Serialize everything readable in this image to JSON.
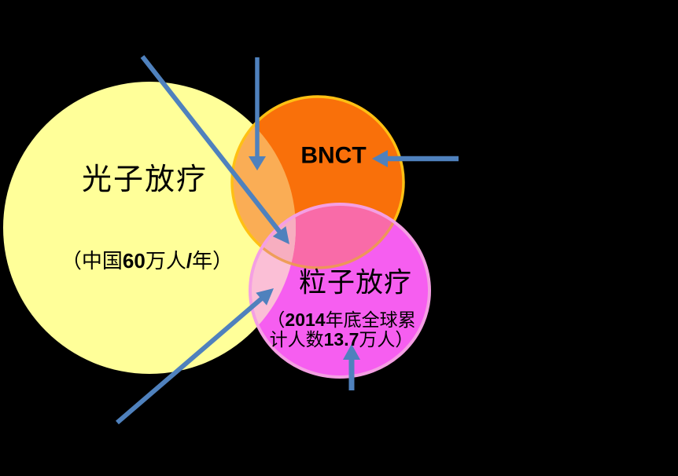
{
  "diagram": {
    "type": "venn-3-circles",
    "background": "black",
    "photon": {
      "label": "光子放疗",
      "sub_open": "（中国",
      "sub_num": "60",
      "sub_mid": "万人",
      "sub_slash": "/",
      "sub_close": "年）"
    },
    "bnct": {
      "label": "BNCT"
    },
    "particle": {
      "label": "粒子放疗",
      "sub1_open": "（",
      "sub1_num": "2014",
      "sub1_rest": "年底全球累",
      "sub2_pre": "计人数",
      "sub2_num": "13.7",
      "sub2_close": "万人）"
    },
    "arrows": [
      {
        "id": "arrow-into-photon-bnct-overlap",
        "direction": "down",
        "points_to": "photon-bnct overlap region"
      },
      {
        "id": "arrow-into-triple-overlap",
        "direction": "down-right",
        "points_to": "three-way overlap region"
      },
      {
        "id": "arrow-to-bnct",
        "direction": "left",
        "points_to": "BNCT circle"
      },
      {
        "id": "arrow-into-photon-particle-overlap",
        "direction": "up-right",
        "points_to": "photon-particle overlap region"
      },
      {
        "id": "arrow-into-particle-stats",
        "direction": "up",
        "points_to": "particle circle statistics text"
      }
    ]
  },
  "colors": {
    "bg": "#000000",
    "text": "#000000",
    "yellow": "#FFFF99",
    "orange": "#F9700A",
    "gold": "#FFC013",
    "yellowOrange": "#FAAD55",
    "pink": "#F65EF0",
    "pinkStroke": "#F49FE3",
    "orangePink": "#F96BA8",
    "yellowPink": "#FBBFD6",
    "triple": "#F7AEC0",
    "goldThroughPink": "#EC9B4D",
    "arrow": "#4F81BD"
  }
}
